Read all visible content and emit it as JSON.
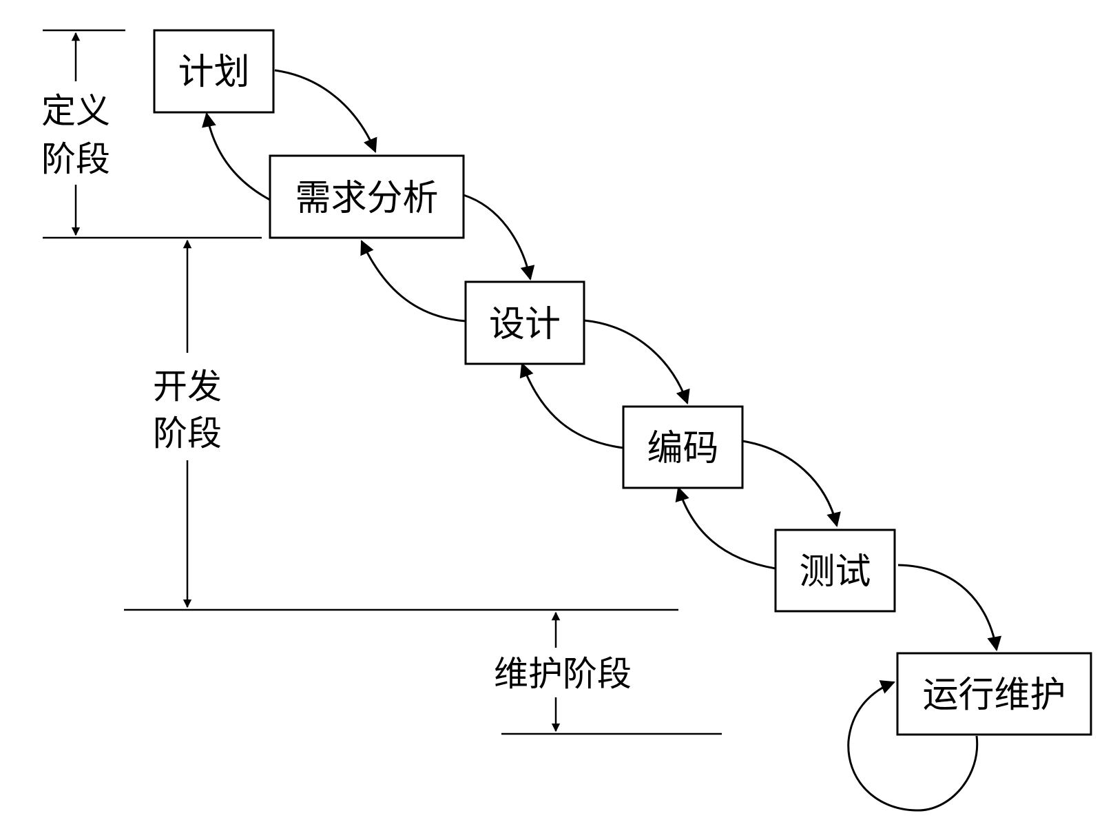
{
  "boxes": {
    "plan": "计划",
    "requirements": "需求分析",
    "design": "设计",
    "coding": "编码",
    "testing": "测试",
    "operation": "运行维护"
  },
  "phases": {
    "definition": {
      "line1": "定义",
      "line2": "阶段"
    },
    "development": {
      "line1": "开发",
      "line2": "阶段"
    },
    "maintenance": "维护阶段"
  },
  "colors": {
    "stroke": "#000000",
    "background": "#ffffff"
  }
}
